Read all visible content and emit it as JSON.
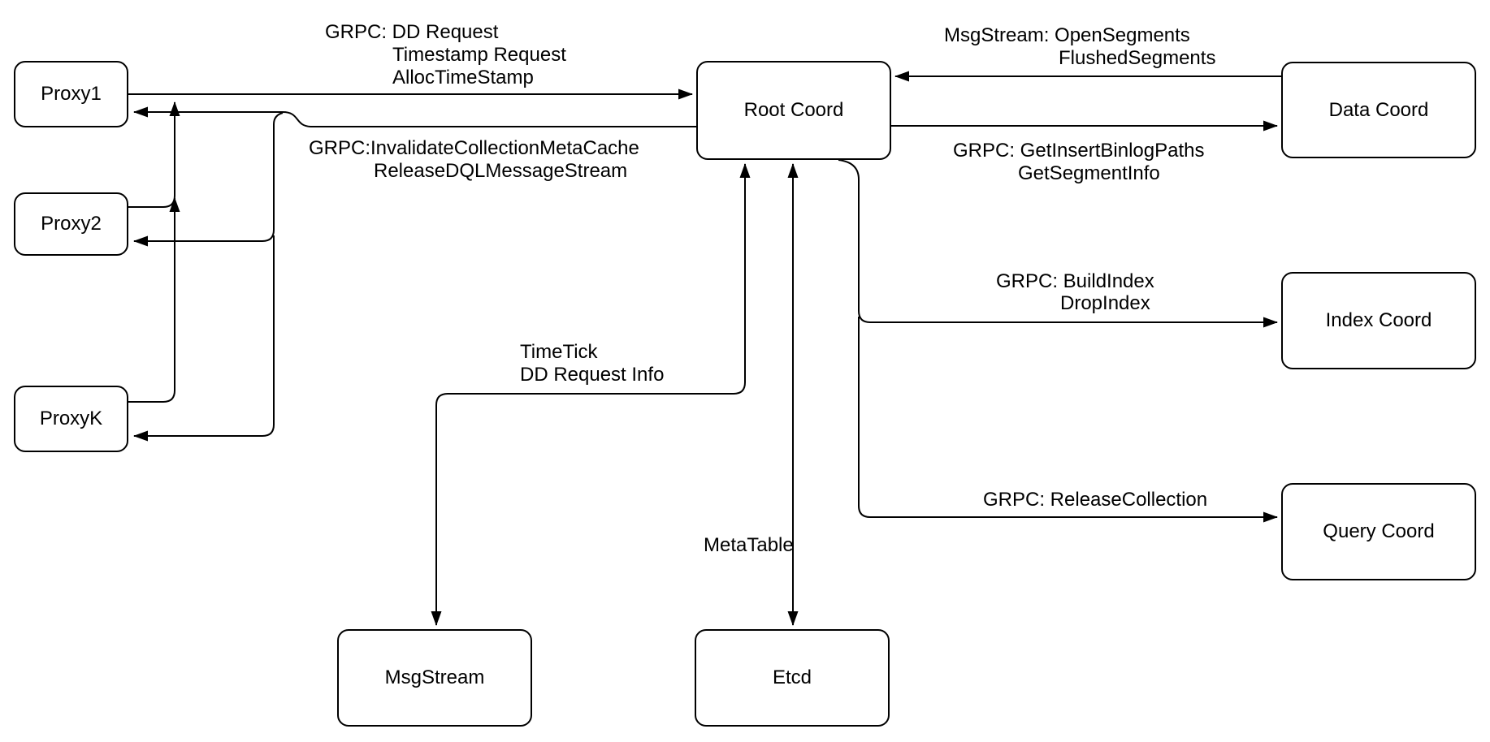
{
  "diagram_type": "architecture-diagram",
  "colors": {
    "background": "#ffffff",
    "node_fill": "#ffffff",
    "stroke": "#000000",
    "text": "#000000"
  },
  "nodes": {
    "proxy1": {
      "label": "Proxy1"
    },
    "proxy2": {
      "label": "Proxy2"
    },
    "proxyk": {
      "label": "ProxyK"
    },
    "root_coord": {
      "label": "Root Coord"
    },
    "data_coord": {
      "label": "Data Coord"
    },
    "index_coord": {
      "label": "Index Coord"
    },
    "query_coord": {
      "label": "Query Coord"
    },
    "msgstream": {
      "label": "MsgStream"
    },
    "etcd": {
      "label": "Etcd"
    }
  },
  "edge_labels": {
    "proxies_to_root": {
      "lines": [
        "GRPC: DD Request",
        "Timestamp Request",
        "AllocTimeStamp"
      ]
    },
    "root_to_proxies": {
      "lines": [
        "GRPC:InvalidateCollectionMetaCache",
        "ReleaseDQLMessageStream"
      ]
    },
    "data_to_root": {
      "lines": [
        "MsgStream: OpenSegments",
        "FlushedSegments"
      ]
    },
    "root_to_data": {
      "lines": [
        "GRPC: GetInsertBinlogPaths",
        "GetSegmentInfo"
      ]
    },
    "root_to_index": {
      "lines": [
        "GRPC: BuildIndex",
        "DropIndex"
      ]
    },
    "root_to_query": {
      "lines": [
        "GRPC: ReleaseCollection"
      ]
    },
    "root_to_msgstream": {
      "lines": [
        "TimeTick",
        "DD Request Info"
      ]
    },
    "root_to_etcd": {
      "lines": [
        "MetaTable"
      ]
    }
  }
}
